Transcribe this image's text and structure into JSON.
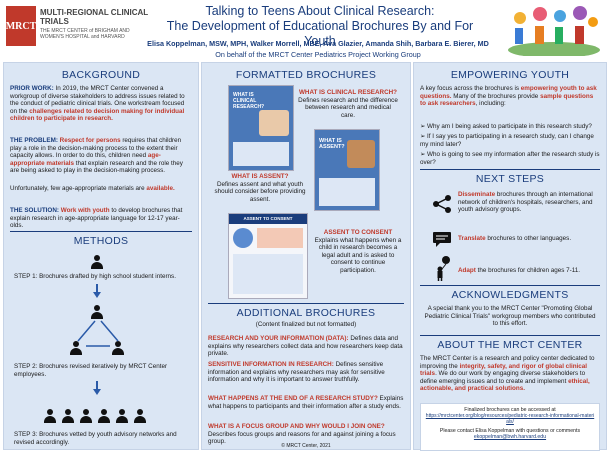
{
  "header": {
    "logo_letters": "MRCT",
    "logo_line1": "MULTI-REGIONAL CLINICAL TRIALS",
    "logo_line2": "THE MRCT CENTER of BRIGHAM AND WOMEN'S HOSPITAL and HARVARD",
    "title_line1": "Talking to Teens About Clinical Research:",
    "title_line2": "The Development of Educational Brochures By and For Youth",
    "authors_line": "Elisa Koppelman, MSW, MPH, Walker Morrell, MBE, Ava Glazier, Amanda Shih, Barbara E. Bierer, MD",
    "affiliation": "On behalf of the MRCT Center Pediatrics Project Working Group"
  },
  "background": {
    "title": "BACKGROUND",
    "prior_label": "PRIOR WORK:",
    "prior_text": " In 2019, the MRCT Center convened a workgroup of diverse stakeholders to address issues related to the conduct of pediatric clinical trials. One workstream focused on the ",
    "prior_red": "challenges related to decision making for individual children to participate in research.",
    "problem_label": "THE PROBLEM:",
    "problem_red1": " Respect for persons",
    "problem_text1": " requires that children play a role in the decision-making process to the extent their capacity allows. In order to do this, children need ",
    "problem_red2": "age-appropriate materials",
    "problem_text2": " that explain research and the role they are being asked to play in the decision-making process.",
    "unfortunately": "Unfortunately, few age-appropriate materials are ",
    "available": "available.",
    "solution_label": "THE SOLUTION:",
    "solution_red": " Work with youth",
    "solution_text": " to develop brochures that explain research in age-appropriate language for 12-17 year-olds."
  },
  "methods": {
    "title": "METHODS",
    "step1": "STEP 1: Brochures drafted by high school student interns.",
    "step2": "STEP 2: Brochures revised iteratively by MRCT Center employees.",
    "step3": "STEP 3: Brochures vetted by youth advisory networks and revised accordingly."
  },
  "formatted": {
    "title": "FORMATTED BROCHURES",
    "b1_title": "WHAT IS CLINICAL RESEARCH?",
    "b1_text": "Defines research and the difference between research and medical care.",
    "b2_title": "WHAT IS ASSENT?",
    "b2_text": "Defines assent and what youth should consider before providing assent.",
    "b3_title": "ASSENT TO CONSENT",
    "b3_text": "Explains what happens when a child in research becomes a legal adult and is asked to consent to continue participation.",
    "cover1_label": "WHAT IS CLINICAL RESEARCH?",
    "cover2_label": "WHAT IS ASSENT?",
    "cover3_label": "ASSENT TO CONSENT"
  },
  "additional": {
    "title": "ADDITIONAL BROCHURES",
    "subtitle": "(Content finalized but not formatted)",
    "items": [
      {
        "head": "RESEARCH AND YOUR INFORMATION (DATA):",
        "text": " Defines data and explains why researchers collect data and how researchers keep data private."
      },
      {
        "head": "SENSITIVE INFORMATION IN RESEARCH:",
        "text": " Defines sensitive information and explains why researchers may ask for sensitive information and why it is important to answer truthfully."
      },
      {
        "head": "WHAT HAPPENS AT THE END OF A RESEARCH STUDY?",
        "text": " Explains what happens to participants and their information after a study ends."
      },
      {
        "head": "WHAT IS A FOCUS GROUP AND WHY WOULD I JOIN ONE?",
        "text": " Describes focus groups and reasons for and against joining a focus group."
      }
    ],
    "footer": "© MRCT Center, 2021"
  },
  "empowering": {
    "title": "EMPOWERING YOUTH",
    "intro1": "A key focus across the brochures is ",
    "intro_red": "empowering youth to ask questions.",
    "intro2": " Many of the brochures provide ",
    "intro_red2": "sample questions to ask researchers",
    "intro3": ", including:",
    "bullets": [
      "Why am I being asked to participate in this research study?",
      "If I say yes to participating in a research study, can I change my mind later?",
      "Who is going to see my information after the research study is over?"
    ]
  },
  "next_steps": {
    "title": "NEXT STEPS",
    "s1_red": "Disseminate",
    "s1_text": " brochures through an international network of children's hospitals, researchers, and youth advisory groups.",
    "s2_red": "Translate",
    "s2_text": " brochures to other languages.",
    "s3_red": "Adapt",
    "s3_text": " the brochures for children ages 7-11."
  },
  "ack": {
    "title": "ACKNOWLEDGMENTS",
    "text": "A special thank you to the MRCT Center \"Promoting Global Pediatric Clinical Trials\" workgroup members who contributed to this effort."
  },
  "about": {
    "title": "ABOUT THE MRCT CENTER",
    "t1": "The MRCT Center is a research and policy center dedicated to improving the ",
    "red1": "integrity, safety, and rigor of global clinical trials",
    "t2": ". We do our work by engaging diverse stakeholders to define emerging issues and to create and implement ",
    "red2": "ethical, actionable, and practical solutions.",
    "link_intro": "Finalized brochures can be accessed at",
    "link": "https://mrctcenter.org/blog/resources/pediatric-research-informational-materials/",
    "contact": "Please contact Elisa Koppelman with questions or comments",
    "email": "ekoppelman@bwh.harvard.edu"
  },
  "colors": {
    "navy": "#1a3d7c",
    "red": "#c0392b",
    "panel": "#dbe6f4"
  },
  "icons": [
    "person-icon",
    "share-icon",
    "chat-icon",
    "child-balloon-icon"
  ]
}
